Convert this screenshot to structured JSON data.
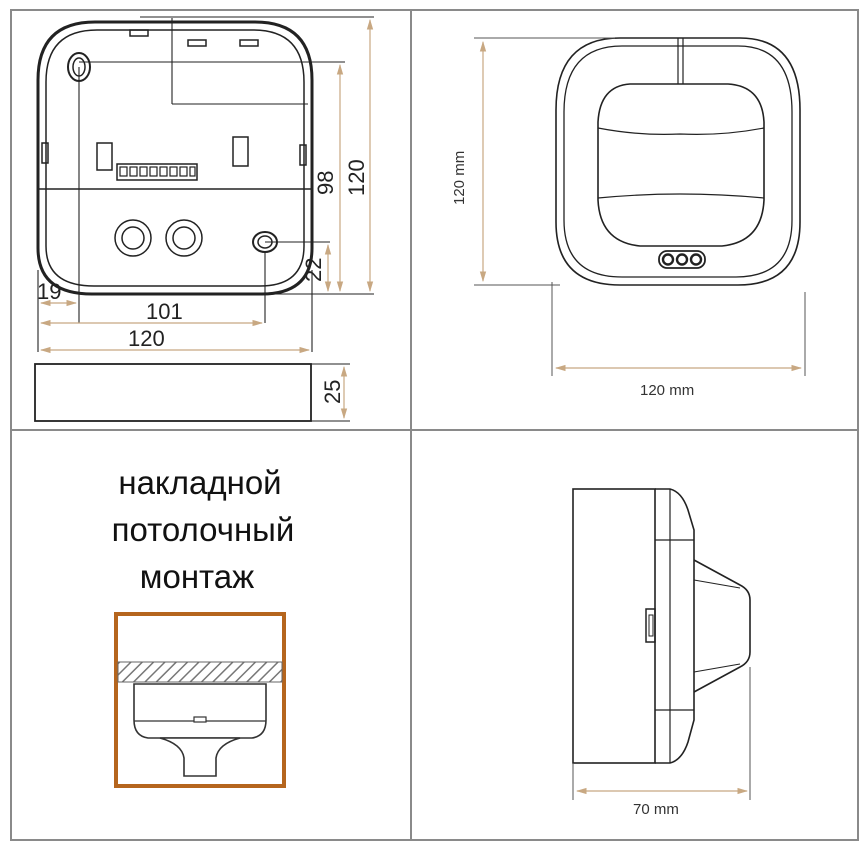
{
  "colors": {
    "frame": "#8a8a8a",
    "outline": "#222222",
    "dimension_line": "#c8a882",
    "mount_frame": "#b5651d",
    "hatch": "#888888"
  },
  "top_left": {
    "dims": {
      "width_total": "120",
      "hole_spacing": "101",
      "hole_offset": "19",
      "height_total": "120",
      "hole_height": "98",
      "hole_bottom": "22",
      "depth": "25"
    }
  },
  "top_right": {
    "height_label": "120 mm",
    "width_label": "120 mm"
  },
  "bottom_left": {
    "caption_lines": [
      "накладной",
      "потолочный",
      "монтаж"
    ]
  },
  "bottom_right": {
    "depth_label": "70 mm"
  }
}
